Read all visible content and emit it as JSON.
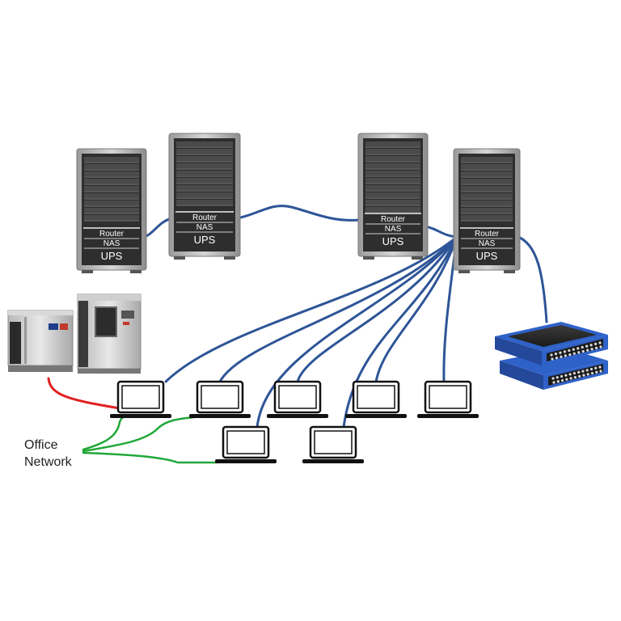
{
  "servers": [
    {
      "router": "Router",
      "nas": "NAS",
      "ups": "UPS"
    },
    {
      "router": "Router",
      "nas": "NAS",
      "ups": "UPS"
    },
    {
      "router": "Router",
      "nas": "NAS",
      "ups": "UPS"
    },
    {
      "router": "Router",
      "nas": "NAS",
      "ups": "UPS"
    }
  ],
  "office_network": {
    "line1": "Office",
    "line2": "Network"
  },
  "colors": {
    "network_cable": "#2e5597",
    "office_cable": "#22a83a",
    "chamber_cable": "#e02020",
    "daq_blue": "#2f62c9",
    "server_body": "#2e2e2e"
  },
  "icons": [
    "server-tower-icon",
    "laptop-icon",
    "environmental-chamber-icon",
    "data-acquisition-unit-icon"
  ]
}
